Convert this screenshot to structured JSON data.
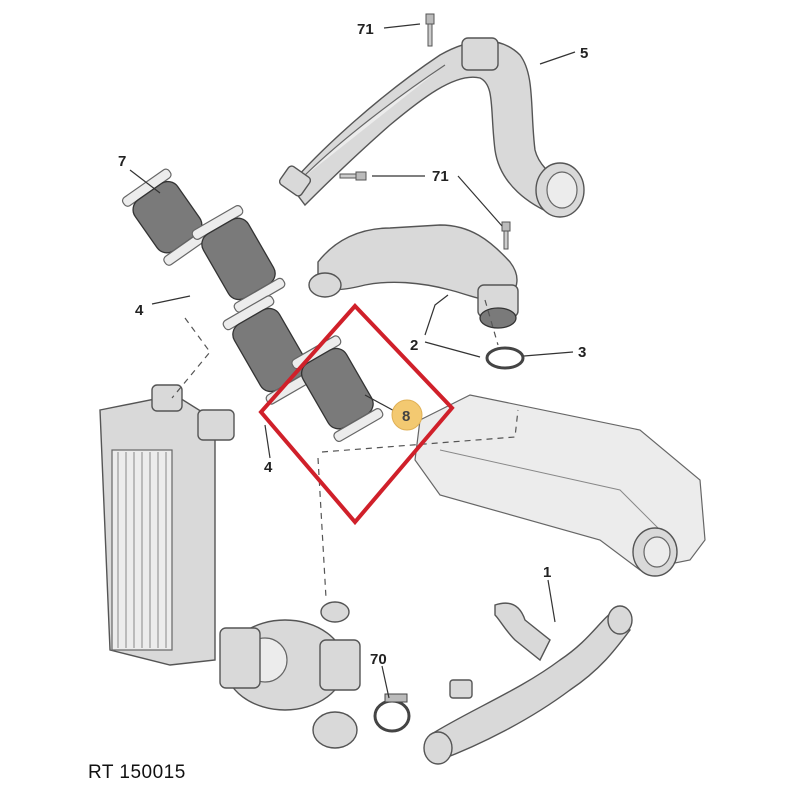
{
  "callouts": {
    "c71_top": "71",
    "c5": "5",
    "c7": "7",
    "c71_mid": "71",
    "c4_upper": "4",
    "c2": "2",
    "c3": "3",
    "c8": "8",
    "c4_lower": "4",
    "c1": "1",
    "c70": "70"
  },
  "reference": "RT 150015",
  "colors": {
    "highlight_box": "#d0202a",
    "badge_fill": "#f3c971",
    "part_grey": "#d9d9d9",
    "bellows_dark": "#7a7a7a"
  },
  "icons": [
    "intercooler",
    "turbocharger",
    "intake-manifold",
    "bellows-hose",
    "air-pipe",
    "hose-clamp",
    "bolt"
  ]
}
